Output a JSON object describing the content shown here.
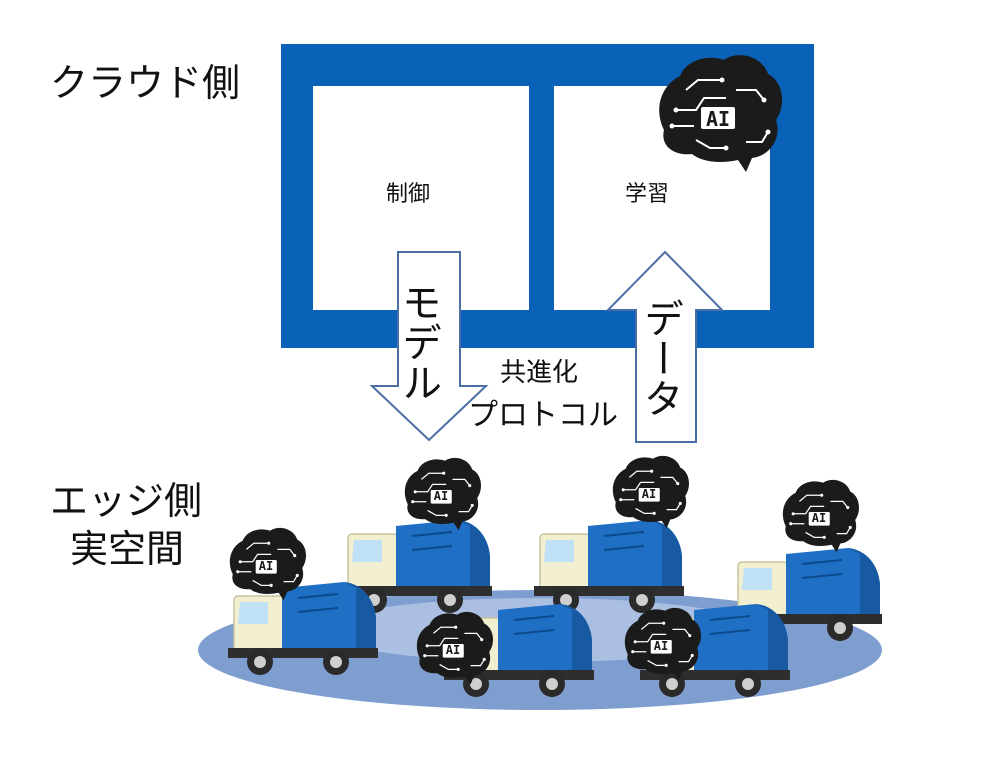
{
  "labels": {
    "cloud_side": "クラウド側",
    "edge_side_line1": "エッジ側",
    "edge_side_line2": "実空間",
    "control": "制御",
    "learning": "学習",
    "model": "モデル",
    "data": "データ",
    "protocol_line1": "共進化",
    "protocol_line2": "プロトコル"
  },
  "ai_badge": "AI",
  "colors": {
    "frame_blue": "#0a62b8",
    "arrow_outline": "#4a6fa5",
    "ellipse_fill": "#7f9ed0",
    "truck_body_blue": "#1f6fc5",
    "truck_cab": "#f2efd1",
    "brain_dark": "#1b1b1b"
  },
  "icons": [
    "brain-ai-icon",
    "garbage-truck-icon"
  ]
}
